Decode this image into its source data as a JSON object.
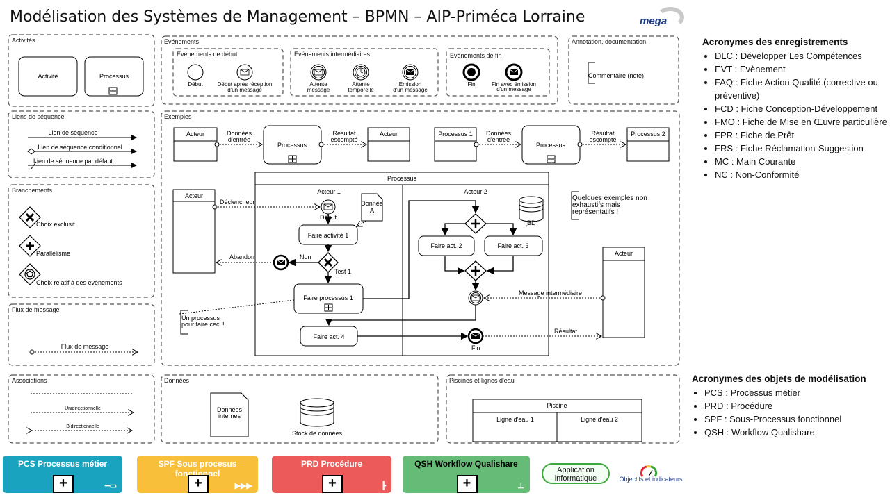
{
  "title": "Modélisation des Systèmes de Management – BPMN – AIP-Priméca Lorraine",
  "logo": "mega",
  "sections": {
    "activites": {
      "label": "Activités",
      "activite": "Activité",
      "processus": "Processus"
    },
    "evenements": {
      "label": "Evénements",
      "debut_label": "Evénements de début",
      "debut": "Début",
      "debut_msg": [
        "Début après réception",
        "d'un message"
      ],
      "inter_label": "Evénements intermédiaires",
      "attente_msg": [
        "Attente",
        "message"
      ],
      "attente_temp": [
        "Attente",
        "temporelle"
      ],
      "emission_msg": [
        "Emission",
        "d'un message"
      ],
      "fin_label": "Evénements de fin",
      "fin": "Fin",
      "fin_msg": [
        "Fin avec émission",
        "d'un message"
      ]
    },
    "annotation": {
      "label": "Annotation, documentation",
      "commentaire": "Commentaire (note)"
    },
    "liens": {
      "label": "Liens de séquence",
      "seq": "Lien de séquence",
      "cond": "Lien de séquence conditionnel",
      "defaut": "Lien de séquence par défaut"
    },
    "branchements": {
      "label": "Branchements",
      "exclusif": "Choix exclusif",
      "parallele": "Parallélisme",
      "evenement": "Choix relatif à des événements"
    },
    "flux": {
      "label": "Flux de message",
      "flux_msg": "Flux de message"
    },
    "exemples": {
      "label": "Exemples",
      "acteur": "Acteur",
      "processus": "Processus",
      "donnees_entree": [
        "Données",
        "d'entrée"
      ],
      "resultat": [
        "Résultat",
        "escompté"
      ],
      "processus1": "Processus 1",
      "processus2": "Processus 2",
      "pool": "Processus",
      "acteur1": "Acteur 1",
      "acteur2": "Acteur 2",
      "declencheur": "Déclencheur",
      "debut": "Début",
      "donnee_a": [
        "Donnée",
        "A"
      ],
      "bd": "BD",
      "faire_act1": "Faire activité 1",
      "faire_act2": "Faire act. 2",
      "faire_act3": "Faire act. 3",
      "abandon": "Abandon",
      "non": "Non",
      "test1": "Test 1",
      "faire_proc1": "Faire processus 1",
      "msg_inter": "Message intermédiaire",
      "note_proc": [
        "Un processus",
        "pour faire ceci !"
      ],
      "faire_act4": "Faire act. 4",
      "fin": "Fin",
      "resultat2": "Résultat",
      "note_ex": [
        "Quelques exemples non",
        "exhaustifs mais",
        "représentatifs !"
      ]
    },
    "associations": {
      "label": "Associations",
      "uni": "Unidirectionnelle",
      "bi": "Bidirectionnelle"
    },
    "donnees": {
      "label": "Données",
      "internes": [
        "Données",
        "internes"
      ],
      "stock": "Stock de données"
    },
    "piscines": {
      "label": "Piscines et lignes d'eau",
      "piscine": "Piscine",
      "ligne1": "Ligne d'eau 1",
      "ligne2": "Ligne d'eau 2"
    }
  },
  "acronymes_enreg": {
    "title": "Acronymes des enregistrements",
    "items": [
      "DLC : Développer Les Compétences",
      "EVT : Evènement",
      "FAQ : Fiche Action Qualité (corrective ou préventive)",
      "FCD : Fiche Conception-Développement",
      "FMO : Fiche de Mise en Œuvre particulière",
      "FPR : Fiche de Prêt",
      "FRS : Fiche Réclamation-Suggestion",
      "MC : Main Courante",
      "NC : Non-Conformité"
    ]
  },
  "acronymes_obj": {
    "title": "Acronymes des objets de modélisation",
    "items": [
      "PCS : Processus métier",
      "PRD : Procédure",
      "SPF : Sous-Processus fonctionnel",
      "QSH : Workflow  Qualishare"
    ]
  },
  "buttons": [
    {
      "label": "PCS Processus métier",
      "color": "#1aa3bf"
    },
    {
      "label": "SPF Sous procesus fonctionnel",
      "color": "#f8bf3a"
    },
    {
      "label": "PRD Procédure",
      "color": "#ec5a5a"
    },
    {
      "label": "QSH Workflow Qualishare",
      "color": "#66bb77"
    }
  ],
  "app": [
    "Application",
    "informatique"
  ],
  "objectifs": "Objectifs et indicateurs"
}
